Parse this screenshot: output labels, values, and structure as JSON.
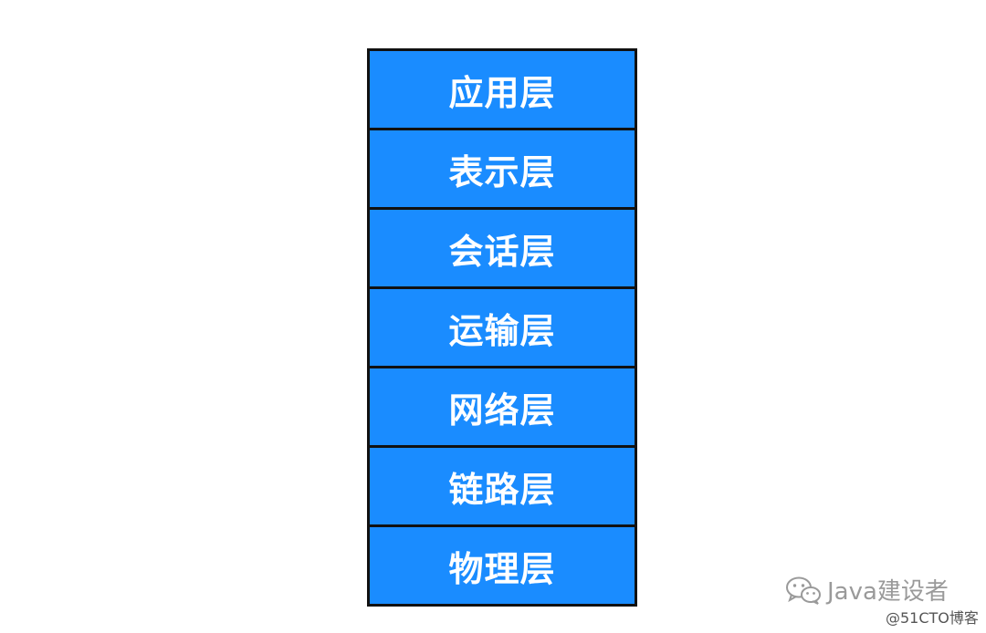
{
  "diagram": {
    "layers": [
      {
        "label": "应用层"
      },
      {
        "label": "表示层"
      },
      {
        "label": "会话层"
      },
      {
        "label": "运输层"
      },
      {
        "label": "网络层"
      },
      {
        "label": "链路层"
      },
      {
        "label": "物理层"
      }
    ]
  },
  "watermark": {
    "account": "Java建设者",
    "source": "@51CTO博客",
    "icon": "wechat-icon"
  },
  "colors": {
    "layer_fill": "#1a8cff",
    "border": "#111111",
    "label": "#ffffff"
  }
}
